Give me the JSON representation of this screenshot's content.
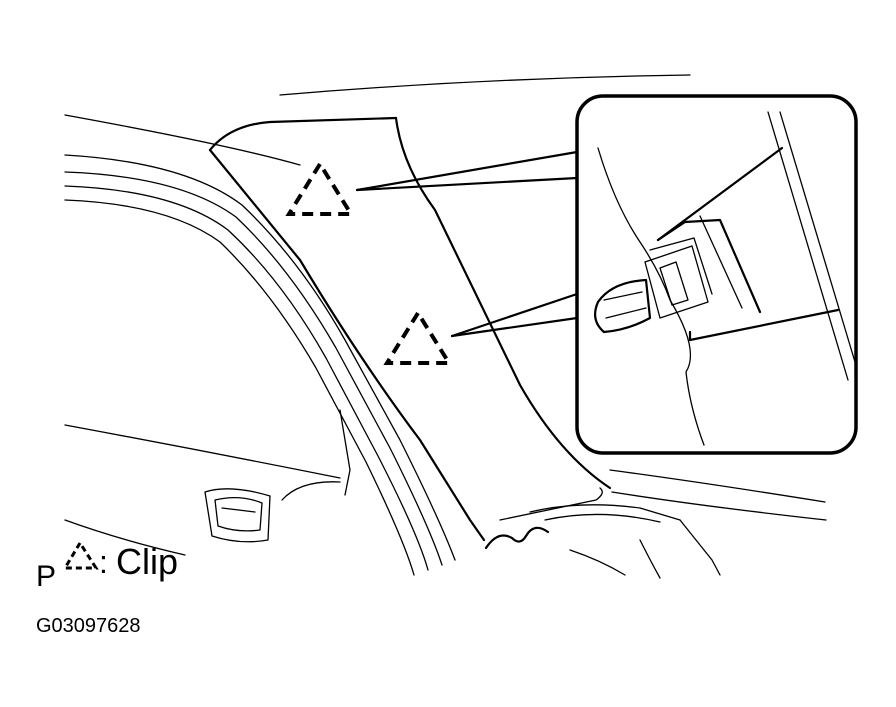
{
  "legend": {
    "prefix": "P",
    "separator": ":",
    "label": "Clip",
    "symbol_icon": "dashed-triangle-icon"
  },
  "figure_code": "G03097628",
  "colors": {
    "ink": "#000000",
    "paper": "#ffffff"
  }
}
